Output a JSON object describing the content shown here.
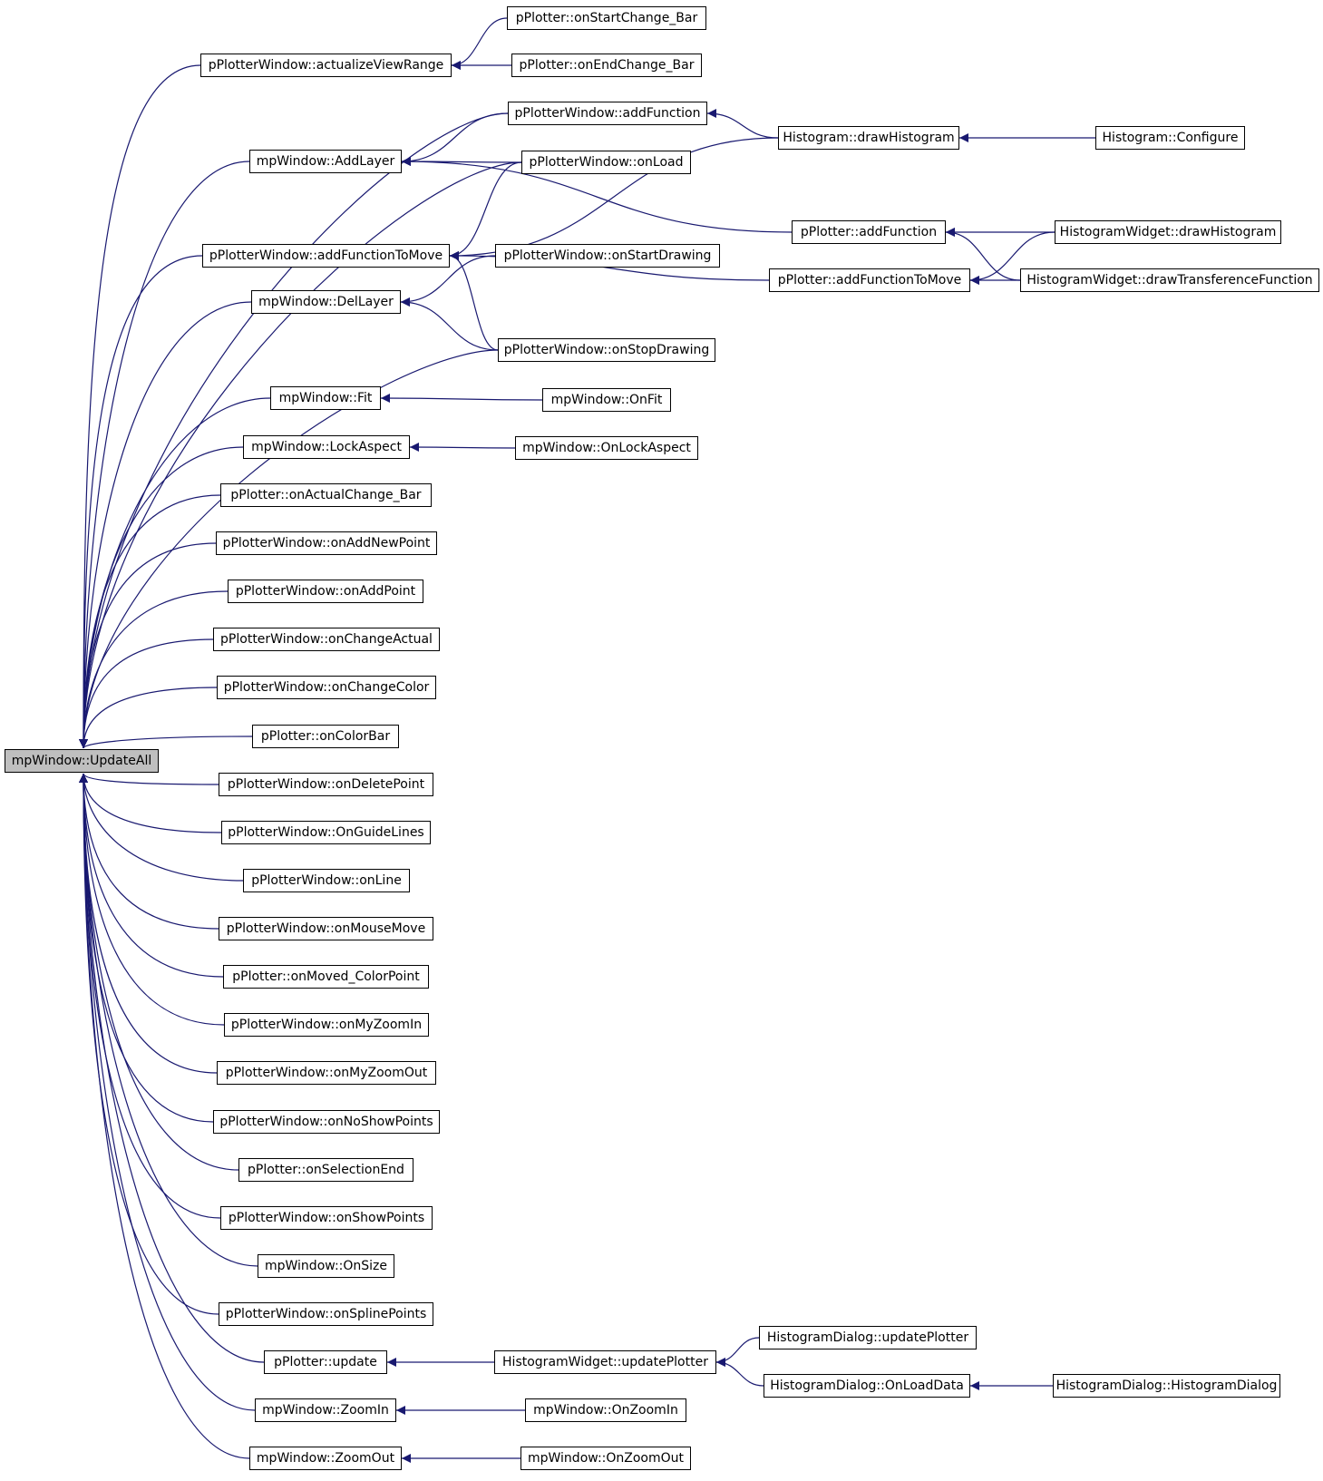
{
  "graph": {
    "root": "mpWindow::UpdateAll",
    "edge_color": "#191970",
    "nodes": {
      "updateall": "mpWindow::UpdateAll",
      "actualize": "pPlotterWindow::actualizeViewRange",
      "startchange": "pPlotter::onStartChange_Bar",
      "endchange": "pPlotter::onEndChange_Bar",
      "pw_addfunction": "pPlotterWindow::addFunction",
      "hist_draw": "Histogram::drawHistogram",
      "hist_config": "Histogram::Configure",
      "addlayer": "mpWindow::AddLayer",
      "onload": "pPlotterWindow::onLoad",
      "p_addfunction": "pPlotter::addFunction",
      "hw_draw": "HistogramWidget::drawHistogram",
      "addfunctomove": "pPlotterWindow::addFunctionToMove",
      "onstartdrawing": "pPlotterWindow::onStartDrawing",
      "p_addfunctomove": "pPlotter::addFunctionToMove",
      "hw_transfer": "HistogramWidget::drawTransferenceFunction",
      "dellayer": "mpWindow::DelLayer",
      "onstopdrawing": "pPlotterWindow::onStopDrawing",
      "fit": "mpWindow::Fit",
      "onfit": "mpWindow::OnFit",
      "lockaspect": "mpWindow::LockAspect",
      "onlockaspect": "mpWindow::OnLockAspect",
      "actualchange": "pPlotter::onActualChange_Bar",
      "addnewpoint": "pPlotterWindow::onAddNewPoint",
      "addpoint": "pPlotterWindow::onAddPoint",
      "changeactual": "pPlotterWindow::onChangeActual",
      "changecolor": "pPlotterWindow::onChangeColor",
      "colorbar": "pPlotter::onColorBar",
      "deletepoint": "pPlotterWindow::onDeletePoint",
      "guidelines": "pPlotterWindow::OnGuideLines",
      "online": "pPlotterWindow::onLine",
      "mousemove": "pPlotterWindow::onMouseMove",
      "movedcolor": "pPlotter::onMoved_ColorPoint",
      "myzoomin": "pPlotterWindow::onMyZoomIn",
      "myzoomout": "pPlotterWindow::onMyZoomOut",
      "noshowpoints": "pPlotterWindow::onNoShowPoints",
      "selectionend": "pPlotter::onSelectionEnd",
      "showpoints": "pPlotterWindow::onShowPoints",
      "onsize": "mpWindow::OnSize",
      "splinepoints": "pPlotterWindow::onSplinePoints",
      "p_update": "pPlotter::update",
      "hw_updateplotter": "HistogramWidget::updatePlotter",
      "hd_updateplotter": "HistogramDialog::updatePlotter",
      "hd_onloaddata": "HistogramDialog::OnLoadData",
      "hd_ctor": "HistogramDialog::HistogramDialog",
      "zoomin": "mpWindow::ZoomIn",
      "onzoomin": "mpWindow::OnZoomIn",
      "zoomout": "mpWindow::ZoomOut",
      "onzoomout": "mpWindow::OnZoomOut"
    }
  }
}
